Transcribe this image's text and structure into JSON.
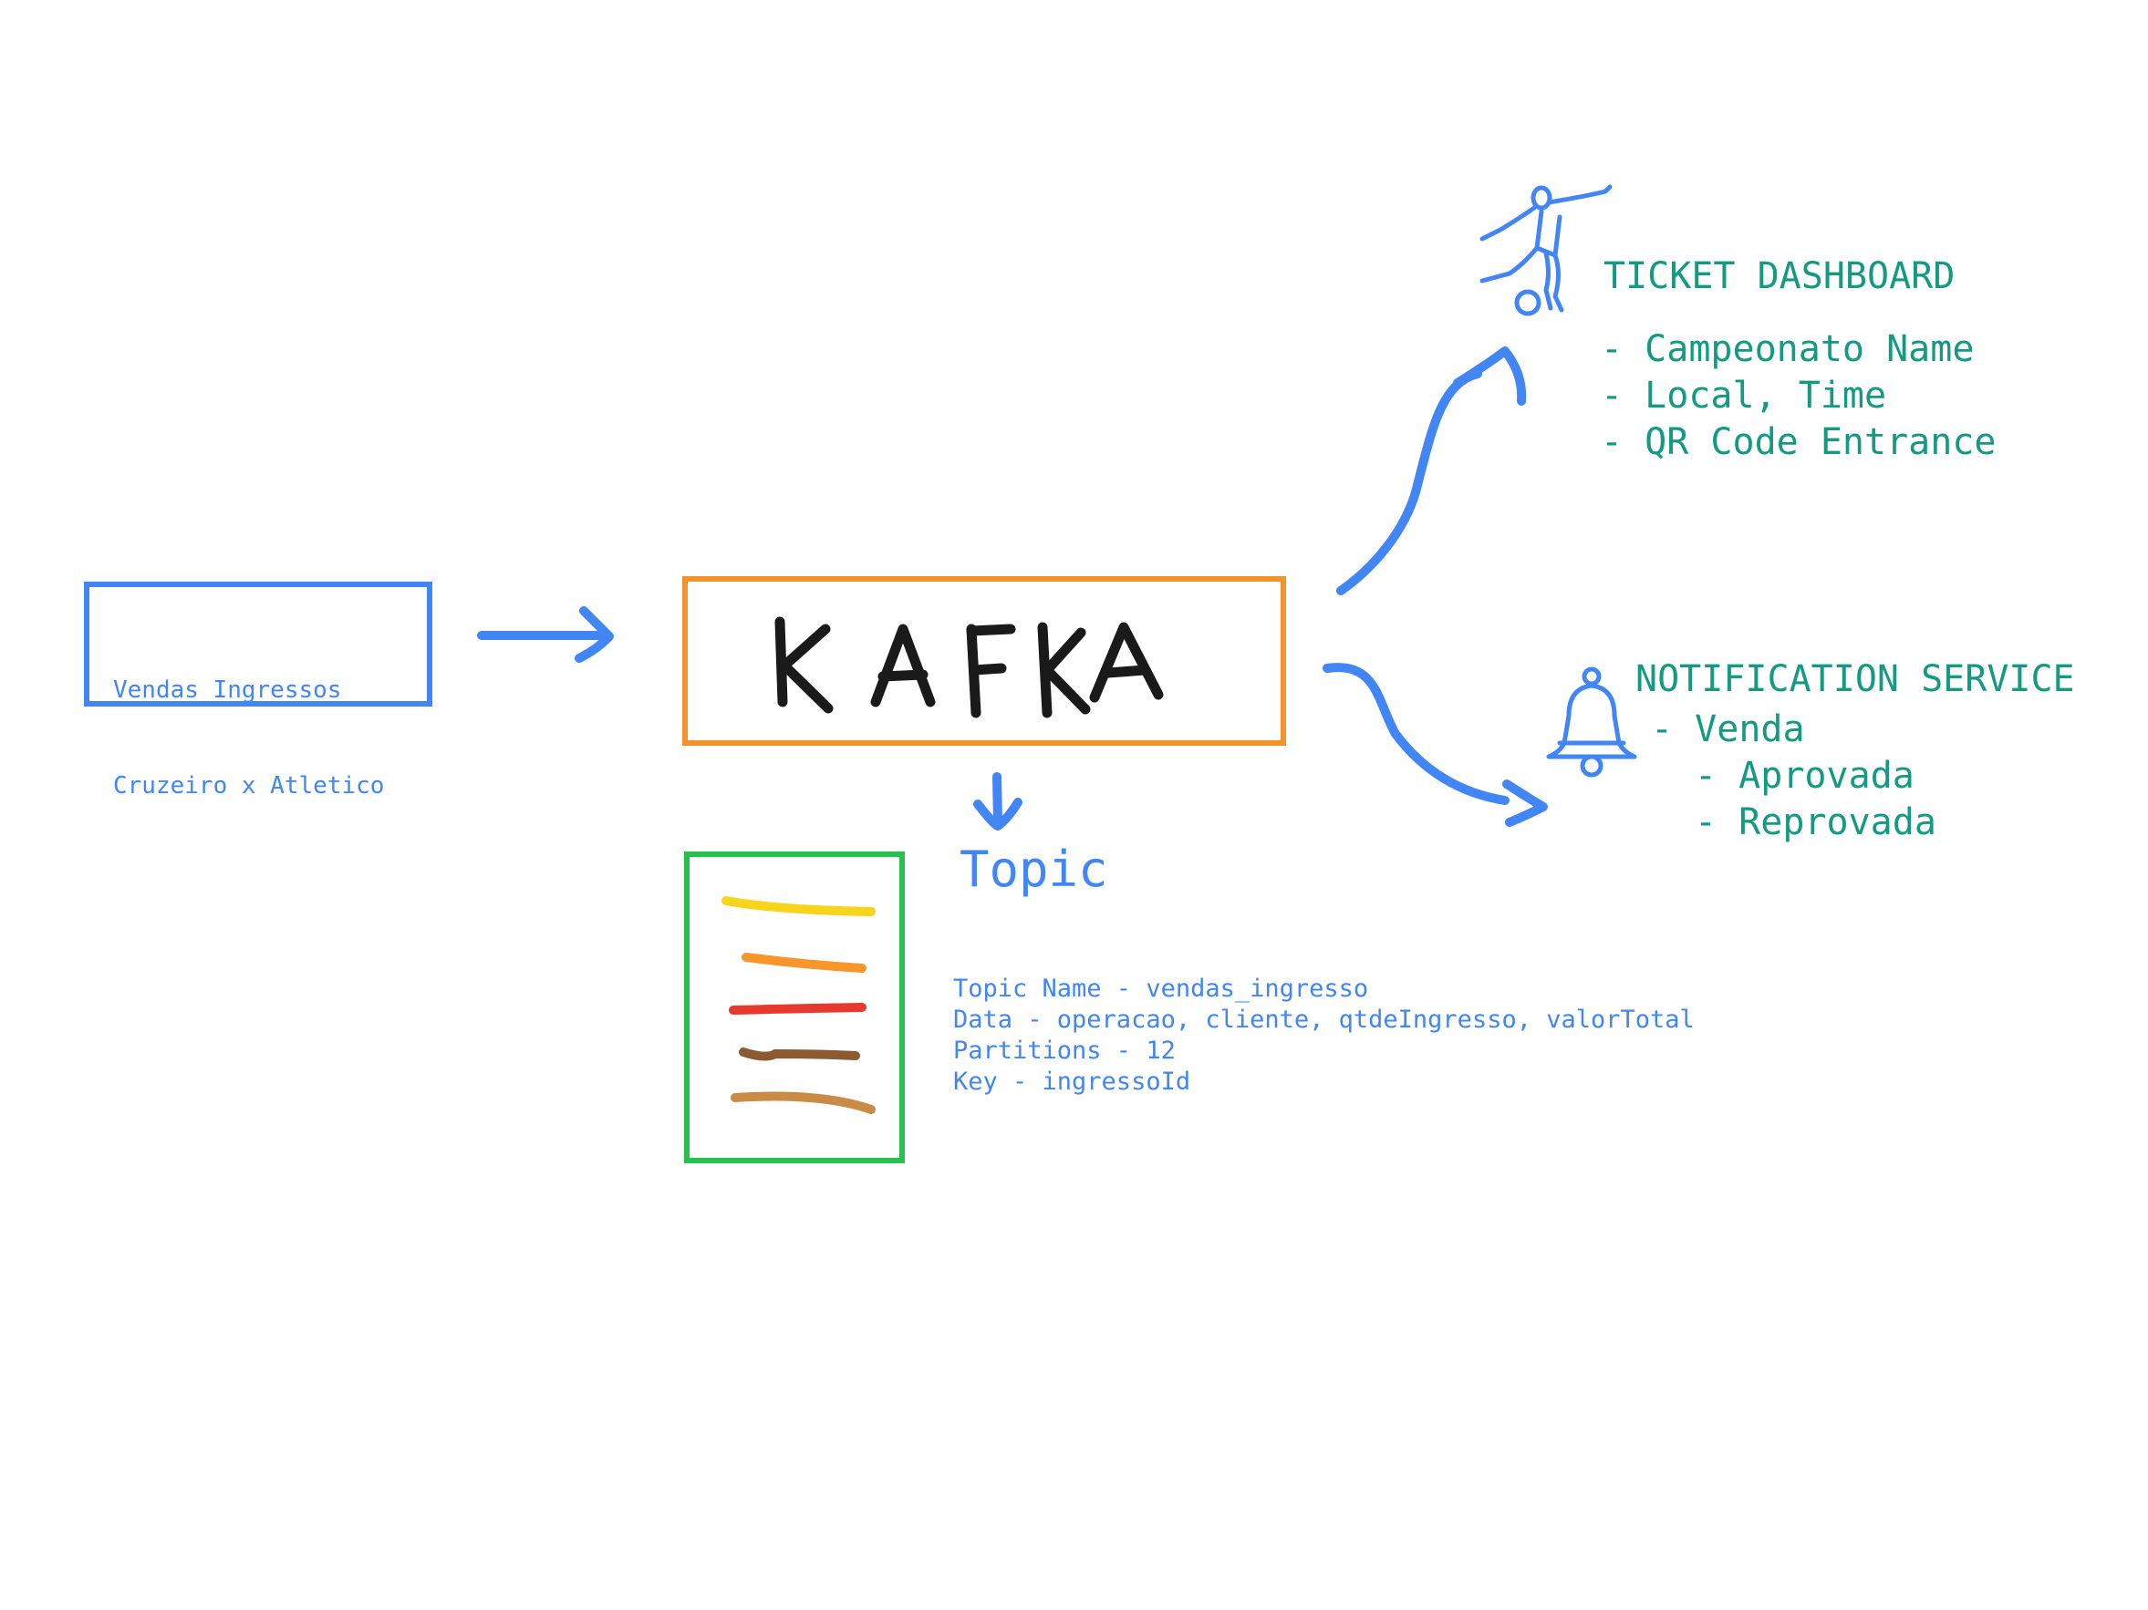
{
  "source": {
    "line1": "Vendas Ingressos",
    "line2": "Cruzeiro x Atletico"
  },
  "broker": {
    "label": "KAFKA"
  },
  "topic": {
    "title": "Topic",
    "details": [
      "Topic Name - vendas_ingresso",
      "Data - operacao, cliente, qtdeIngresso, valorTotal",
      "Partitions - 12",
      "Key - ingressoId"
    ],
    "stripe_colors": [
      "#f7d51d",
      "#f7962b",
      "#e8392f",
      "#8b5a33",
      "#c98b45"
    ]
  },
  "ticket_dashboard": {
    "title": "TICKET DASHBOARD",
    "items": [
      "- Campeonato Name",
      "- Local, Time",
      "- QR Code Entrance"
    ],
    "icon": "soccer-player-icon"
  },
  "notification_service": {
    "title": "NOTIFICATION SERVICE",
    "items": [
      "- Venda",
      "- Aprovada",
      "- Reprovada"
    ],
    "icon": "bell-icon"
  },
  "colors": {
    "arrow_blue": "#4285f4",
    "kafka_border": "#f29429",
    "topic_border": "#27c24c",
    "teal_text": "#139a80"
  }
}
